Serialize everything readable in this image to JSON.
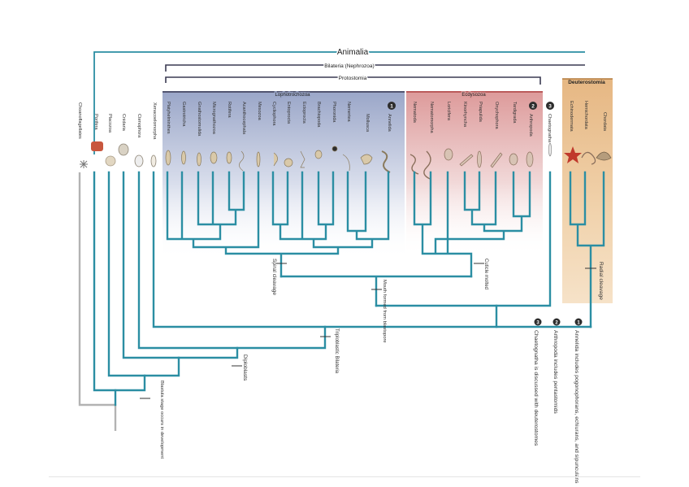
{
  "clades": {
    "animalia": "Animalia",
    "bilateria": "Bilateria (Nephrozoa)",
    "protostomia": "Protostomia",
    "deuterostomia": "Deuterostomia",
    "lophotrochozoa": "Lophotrochozoa",
    "ecdysozoa": "Ecdysozoa"
  },
  "taxa": {
    "outgroup": [
      "Choanoflagellates"
    ],
    "basal": [
      "Porifera",
      "Placozoa",
      "Cnidaria",
      "Ctenophora",
      "Xenacoelomorpha"
    ],
    "lophotrochozoa": [
      "Platyhelminthes",
      "Gastrotricha",
      "Gnathostomulida",
      "Micrognathozoa",
      "Rotifera",
      "Acanthocephala",
      "Mesozoa",
      "Cycliophora",
      "Entoprocta",
      "Ectoprocta",
      "Brachiopoda",
      "Phoronida",
      "Nemertea",
      "Mollusca",
      "Annelida"
    ],
    "ecdysozoa": [
      "Nematoda",
      "Nematomorpha",
      "Loricifera",
      "Kinorhyncha",
      "Priapulida",
      "Onychophora",
      "Tardigrada",
      "Arthropoda"
    ],
    "chaetognatha": [
      "Chaetognatha"
    ],
    "deuterostomia": [
      "Echinodermata",
      "Hemichordata",
      "Chordata"
    ]
  },
  "badges": [
    "1",
    "2",
    "3"
  ],
  "characters": {
    "spiral_cleavage": "Spiral cleavage",
    "cuticle_molted": "Cuticle molted",
    "mouth_blastopore": "Mouth formed from blastopore",
    "radial_cleavage": "Radial cleavage",
    "triploblastic": "Triploblastic Bilateria",
    "diploblasts": "Diploblasts",
    "blastula": "Blastula stage occurs in development"
  },
  "notes": [
    {
      "num": "1",
      "text": "Annelida includes pogonophorans, echiurans, and sipunculans"
    },
    {
      "num": "2",
      "text": "Arthropoda includes pentastomids"
    },
    {
      "num": "3",
      "text": "Chaetognatha is discussed with deuterostomes"
    }
  ],
  "colors": {
    "branch": "#2b8ea3",
    "lopho_panel": "#9aa6c8",
    "ecdy_panel": "#dd9a9a",
    "deut_panel": "#e6b783",
    "outgroup_branch": "#b3b3b3"
  }
}
